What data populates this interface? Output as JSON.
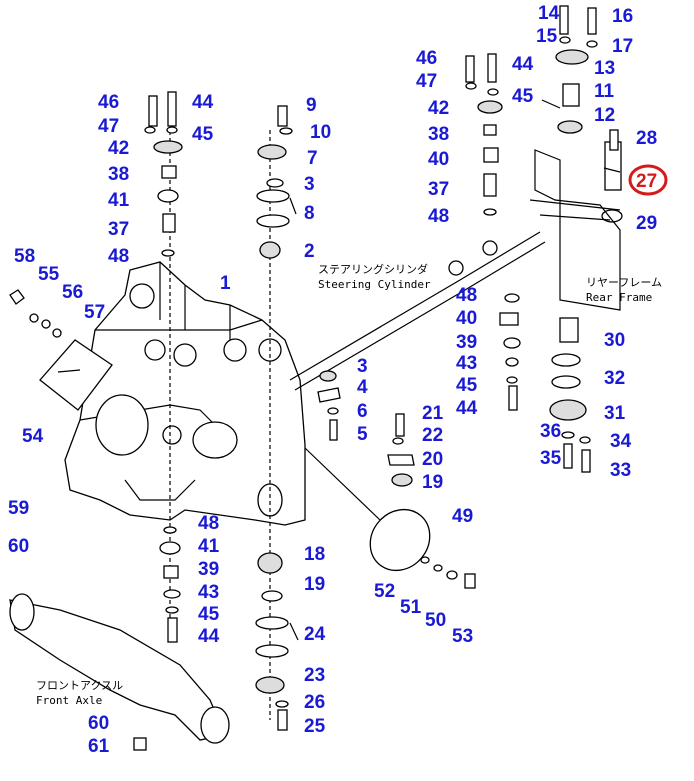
{
  "colors": {
    "label": "#1a1ad4",
    "highlight_ring": "#d41a1a",
    "line": "#000000"
  },
  "labels": {
    "n1": "1",
    "n2": "2",
    "n3a": "3",
    "n3b": "3",
    "n4": "4",
    "n5": "5",
    "n6": "6",
    "n7": "7",
    "n8": "8",
    "n9": "9",
    "n10": "10",
    "n11": "11",
    "n12": "12",
    "n13": "13",
    "n14": "14",
    "n15": "15",
    "n16": "16",
    "n17": "17",
    "n18": "18",
    "n19a": "19",
    "n19b": "19",
    "n20": "20",
    "n21": "21",
    "n22": "22",
    "n23": "23",
    "n24": "24",
    "n25": "25",
    "n26": "26",
    "n27": "27",
    "n28": "28",
    "n29": "29",
    "n30": "30",
    "n31": "31",
    "n32": "32",
    "n33": "33",
    "n34": "34",
    "n35": "35",
    "n36": "36",
    "n37a": "37",
    "n37b": "37",
    "n38a": "38",
    "n38b": "38",
    "n39a": "39",
    "n39b": "39",
    "n40a": "40",
    "n40b": "40",
    "n41a": "41",
    "n41b": "41",
    "n42a": "42",
    "n42b": "42",
    "n43a": "43",
    "n43b": "43",
    "n44a": "44",
    "n44b": "44",
    "n44c": "44",
    "n44d": "44",
    "n45a": "45",
    "n45b": "45",
    "n45c": "45",
    "n45d": "45",
    "n46a": "46",
    "n46b": "46",
    "n47a": "47",
    "n47b": "47",
    "n48a": "48",
    "n48b": "48",
    "n48c": "48",
    "n48d": "48",
    "n49": "49",
    "n50": "50",
    "n51": "51",
    "n52": "52",
    "n53": "53",
    "n54": "54",
    "n55": "55",
    "n56": "56",
    "n57": "57",
    "n58": "58",
    "n59": "59",
    "n60a": "60",
    "n60b": "60",
    "n61": "61"
  },
  "annotations": {
    "steering_jp": "ステアリングシリンダ",
    "steering_en": "Steering Cylinder",
    "rear_jp": "リヤーフレーム",
    "rear_en": "Rear Frame",
    "front_jp": "フロントアクスル",
    "front_en": "Front Axle"
  },
  "highlighted_part": "27"
}
